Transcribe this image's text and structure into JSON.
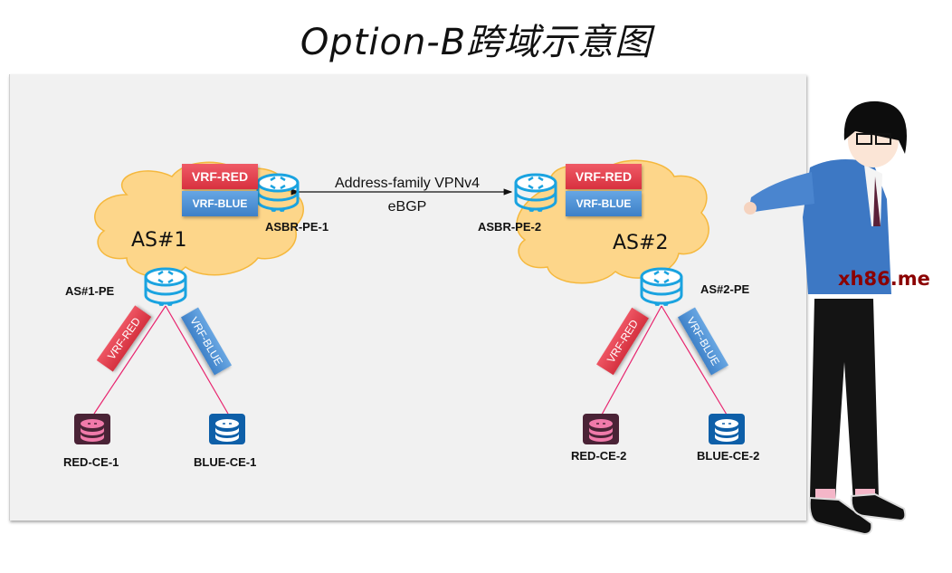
{
  "title": "Option-B跨域示意图",
  "colors": {
    "panel_bg": "#f1f1f1",
    "cloud_fill": "#fdd68a",
    "cloud_stroke": "#f5b83d",
    "router_blue": "#1aa3e0",
    "vrf_red": "#e03a48",
    "vrf_blue": "#4a8fd6",
    "link_pink": "#e8246e",
    "ce_red_bg": "#4a2336",
    "ce_red_icon": "#f07aaa",
    "ce_blue_bg": "#0e5fa8",
    "watermark": "#8b0000"
  },
  "as1": {
    "label": "AS#1",
    "asbr": {
      "label": "ASBR-PE-1",
      "icon": "router-icon"
    },
    "pe": {
      "label": "AS#1-PE",
      "icon": "router-icon"
    },
    "vrfs": [
      {
        "label": "VRF-RED"
      },
      {
        "label": "VRF-BLUE"
      }
    ],
    "links": [
      {
        "label": "VRF-RED"
      },
      {
        "label": "VRF-BLUE"
      }
    ],
    "ces": [
      {
        "label": "RED-CE-1",
        "icon": "router-red-icon"
      },
      {
        "label": "BLUE-CE-1",
        "icon": "router-blue-icon"
      }
    ]
  },
  "as2": {
    "label": "AS#2",
    "asbr": {
      "label": "ASBR-PE-2",
      "icon": "router-icon"
    },
    "pe": {
      "label": "AS#2-PE",
      "icon": "router-icon"
    },
    "vrfs": [
      {
        "label": "VRF-RED"
      },
      {
        "label": "VRF-BLUE"
      }
    ],
    "links": [
      {
        "label": "VRF-RED"
      },
      {
        "label": "VRF-BLUE"
      }
    ],
    "ces": [
      {
        "label": "RED-CE-2",
        "icon": "router-red-icon"
      },
      {
        "label": "BLUE-CE-2",
        "icon": "router-blue-icon"
      }
    ]
  },
  "peering": {
    "line1": "Address-family VPNv4",
    "line2": "eBGP"
  },
  "watermark": "xh86.me"
}
